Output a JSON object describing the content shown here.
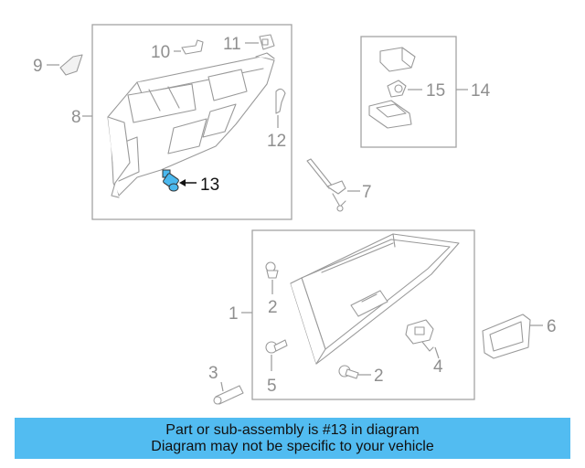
{
  "diagram": {
    "callouts": {
      "c1": "1",
      "c2a": "2",
      "c2b": "2",
      "c3": "3",
      "c4": "4",
      "c5": "5",
      "c6": "6",
      "c7": "7",
      "c8": "8",
      "c9": "9",
      "c10": "10",
      "c11": "11",
      "c12": "12",
      "c13": "13",
      "c14": "14",
      "c15": "15"
    },
    "highlight_part": "13",
    "colors": {
      "highlight_part": "#4ab8ee",
      "banner": "#52bcf1",
      "line_art": "#9a9a9a"
    }
  },
  "banner": {
    "line1": "Part or sub-assembly is #13 in diagram",
    "line2": "Diagram may not be specific to your vehicle"
  }
}
